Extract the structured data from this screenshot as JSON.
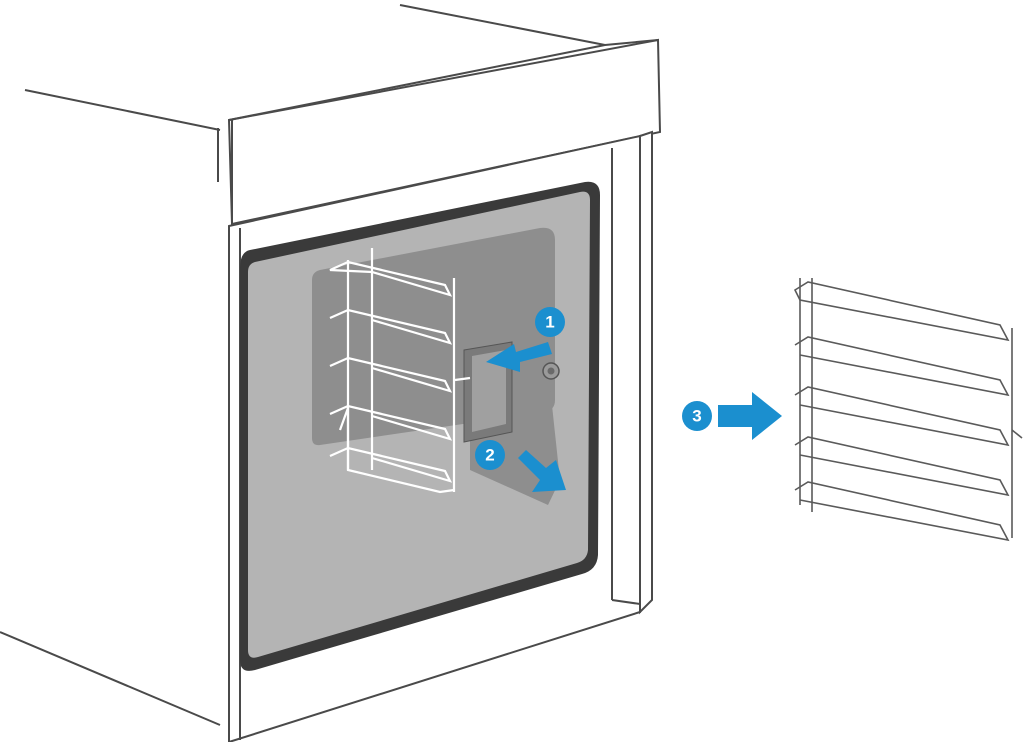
{
  "colors": {
    "accent": "#1b8fcf",
    "outline": "#4a4a4a",
    "cavity": "#b4b4b4",
    "cavity_back": "#8e8e8e",
    "gasket": "#3a3a3a",
    "background": "#ffffff"
  },
  "steps": [
    {
      "number": "1",
      "action": "pull-rack-from-wall"
    },
    {
      "number": "2",
      "action": "slide-rack-down"
    },
    {
      "number": "3",
      "action": "remove-rack"
    }
  ]
}
